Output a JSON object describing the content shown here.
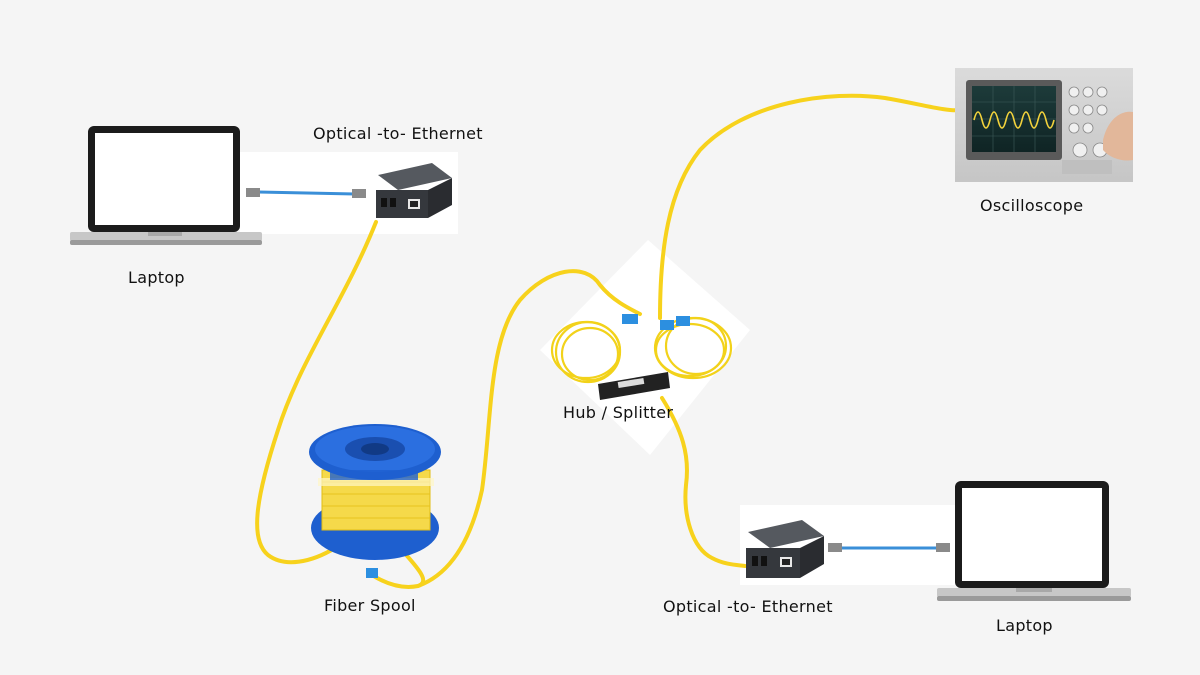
{
  "labels": {
    "laptop_left": "Laptop",
    "converter_top": "Optical -to- Ethernet",
    "oscilloscope": "Oscilloscope",
    "hub": "Hub / Splitter",
    "fiber_spool": "Fiber Spool",
    "converter_bottom": "Optical -to- Ethernet",
    "laptop_right": "Laptop"
  },
  "colors": {
    "background": "#f5f5f5",
    "fiber": "#f7d21c",
    "ethernet": "#3a8fd8",
    "spool": "#1e5fcf",
    "converter": "#3c3f44"
  },
  "icons": {
    "laptop": "laptop-icon",
    "converter": "media-converter-icon",
    "oscilloscope": "oscilloscope-icon",
    "splitter": "fiber-splitter-icon",
    "spool": "fiber-spool-icon"
  }
}
